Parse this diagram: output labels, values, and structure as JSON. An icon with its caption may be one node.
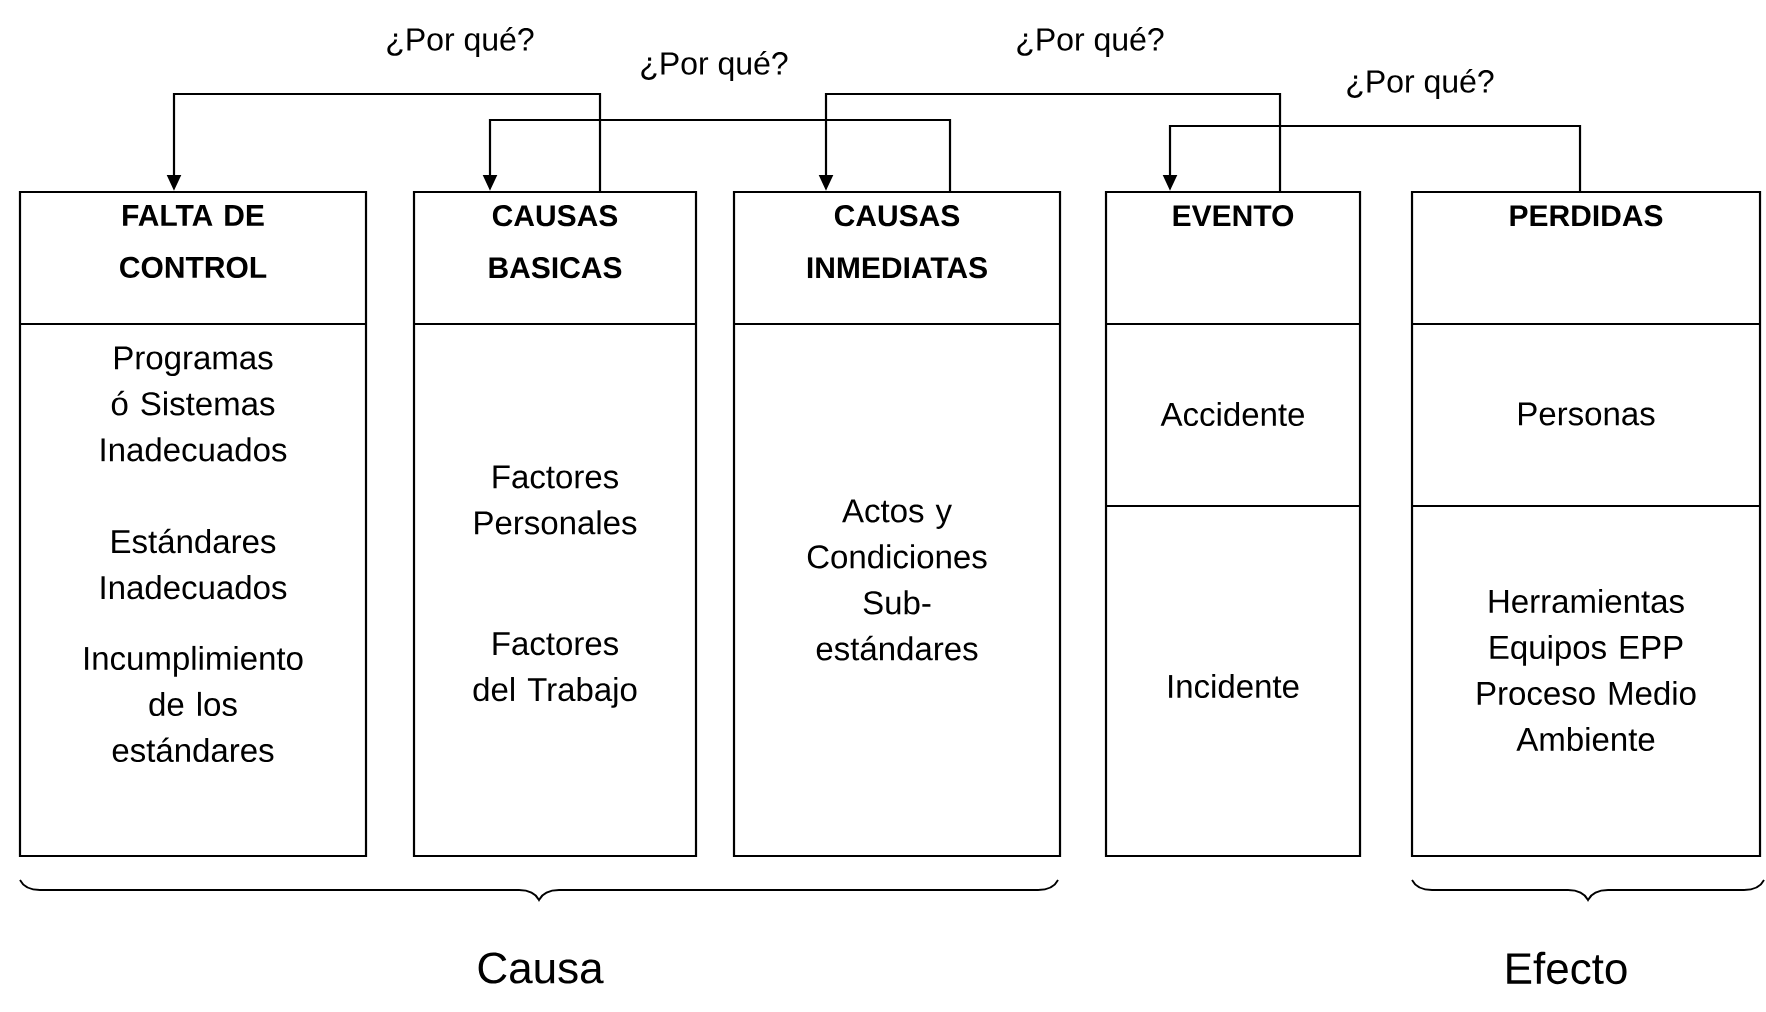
{
  "diagram": {
    "nodes": [
      {
        "text": [
          "FALTA DE CONTROL",
          "Programas ó Sistemas Inadecuados",
          "Estándares Inadecuados",
          "Incumplimiento de los estándares"
        ]
      },
      {
        "text": [
          "CAUSAS BASICAS",
          "Factores Personales",
          "Factores del Trabajo"
        ]
      },
      {
        "text": [
          "CAUSAS INMEDIATAS",
          "Actos y Condiciones Sub-estándares"
        ]
      },
      {
        "text": [
          "EVENTO",
          "Accidente",
          "Incidente"
        ]
      },
      {
        "text": [
          "PERDIDAS",
          "Personas",
          "Herramientas Equipos EPP Proceso Medio Ambiente"
        ]
      }
    ],
    "edges": [
      {
        "from": 1,
        "to": 0,
        "arrow": "to",
        "label": "¿Por qué?"
      },
      {
        "from": 2,
        "to": 1,
        "arrow": "to",
        "label": "¿Por qué?"
      },
      {
        "from": 3,
        "to": 2,
        "arrow": "to",
        "label": "¿Por qué?"
      },
      {
        "from": 4,
        "to": 3,
        "arrow": "to",
        "label": "¿Por qué?"
      }
    ],
    "labels": [
      "Causa",
      "Efecto"
    ]
  }
}
